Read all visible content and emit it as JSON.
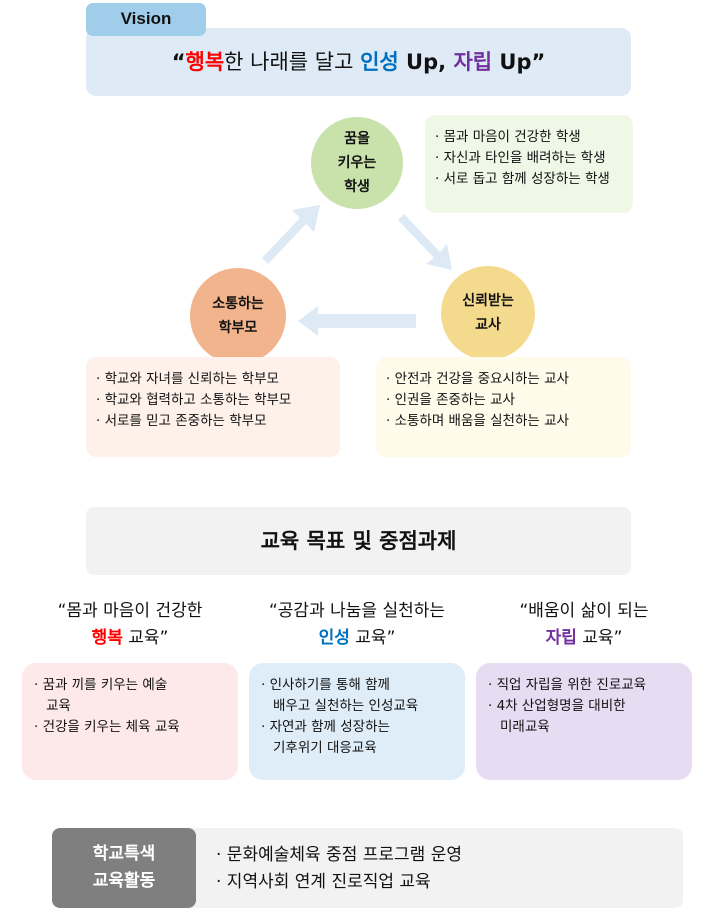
{
  "vision": {
    "tab": "Vision",
    "open": "“",
    "w1": "행복",
    "t1": "한 나래를 달고 ",
    "w2": "인성",
    "t2": " Up, ",
    "w3": "자립",
    "t3": " Up”"
  },
  "cycle": {
    "students": {
      "label": "꿈을\n키우는\n학생",
      "items": [
        "· 몸과 마음이 건강한 학생",
        "· 자신과 타인을 배려하는 학생",
        "· 서로 돕고 함께 성장하는 학생"
      ]
    },
    "teachers": {
      "label": "신뢰받는\n교사",
      "items": [
        "· 안전과 건강을 중요시하는 교사",
        "· 인권을 존중하는 교사",
        "· 소통하며 배움을 실천하는 교사"
      ]
    },
    "parents": {
      "label": "소통하는\n학부모",
      "items": [
        "· 학교와 자녀를 신뢰하는 학부모",
        "· 학교와 협력하고 소통하는 학부모",
        "· 서로를 믿고 존중하는 학부모"
      ]
    }
  },
  "goals": {
    "title": "교육 목표 및 중점과제",
    "columns": [
      {
        "line1": "“몸과 마음이 건강한",
        "key": "행복",
        "rest": " 교육”",
        "items": [
          "· 꿈과 끼를 키우는 예술\n교육",
          "· 건강을 키우는 체육 교육"
        ]
      },
      {
        "line1": "“공감과 나눔을 실천하는",
        "key": "인성",
        "rest": " 교육”",
        "items": [
          "· 인사하기를 통해 함께\n배우고 실천하는 인성교육",
          "· 자연과 함께 성장하는\n기후위기 대응교육"
        ]
      },
      {
        "line1": "“배움이 삶이 되는",
        "key": "자립",
        "rest": " 교육”",
        "items": [
          "· 직업 자립을 위한 진로교육",
          "· 4차 산업형명을 대비한\n미래교육"
        ]
      }
    ]
  },
  "special": {
    "label": "학교특색\n교육활동",
    "items": [
      "· 문화예술체육 중점 프로그램 운영",
      "· 지역사회 연계 진로직업 교육"
    ]
  },
  "colors": {
    "red": "#ff0000",
    "blue": "#0070c0",
    "purple": "#7030a0"
  }
}
